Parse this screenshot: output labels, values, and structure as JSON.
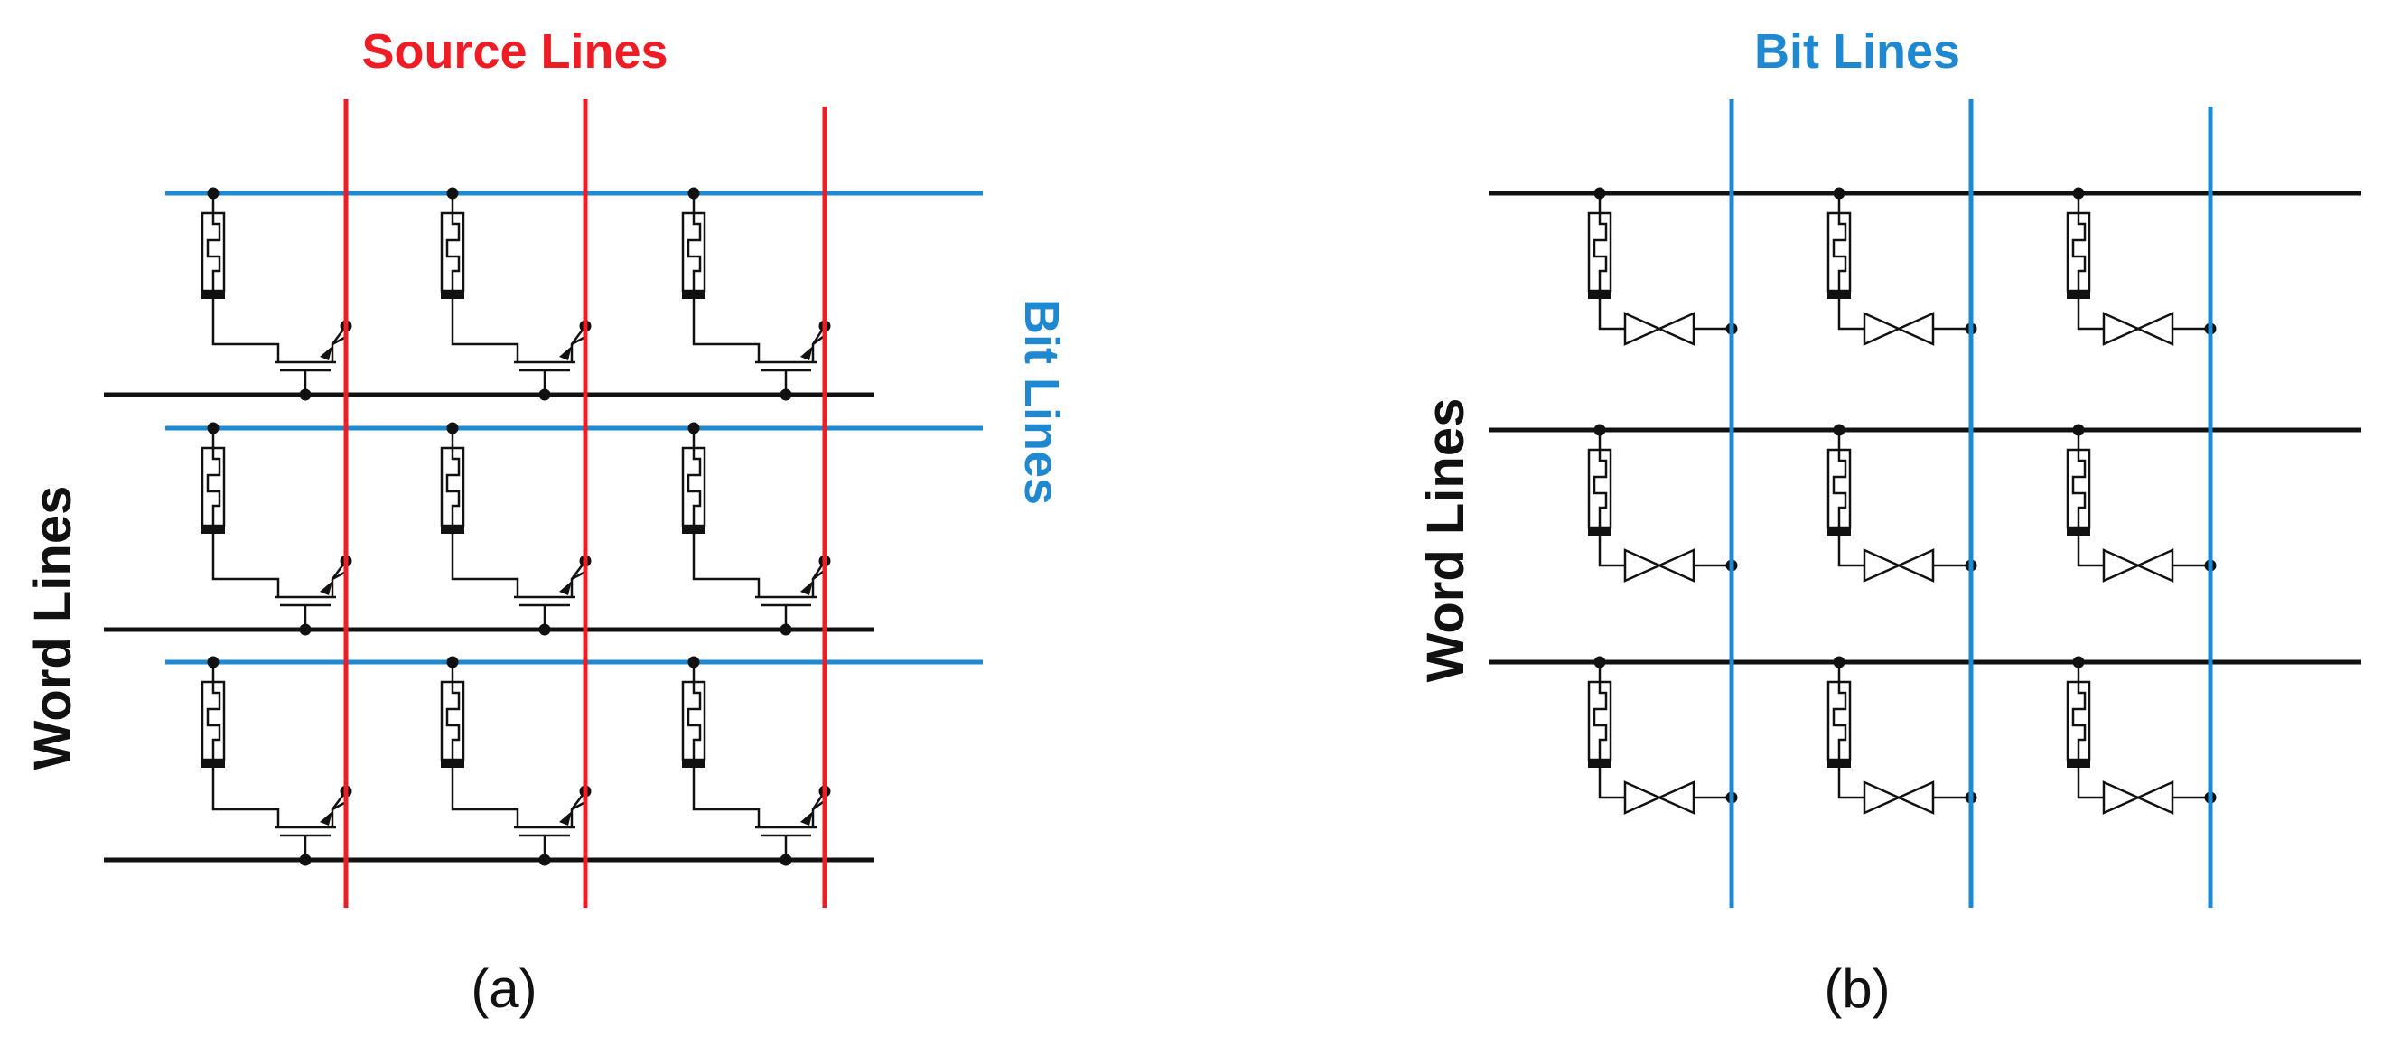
{
  "panel_a": {
    "source_lines_label": "Source Lines",
    "bit_lines_label": "Bit Lines",
    "word_lines_label": "Word Lines",
    "caption": "(a)",
    "rows": 3,
    "cols": 3,
    "cell_selector": "transistor"
  },
  "panel_b": {
    "bit_lines_label": "Bit Lines",
    "word_lines_label": "Word Lines",
    "caption": "(b)",
    "rows": 3,
    "cols": 3,
    "cell_selector": "bidirectional-diode"
  },
  "colors": {
    "source_line": "#ee1c24",
    "bit_line": "#1e88d0",
    "word_line": "#111111",
    "cell_stroke": "#111111"
  }
}
